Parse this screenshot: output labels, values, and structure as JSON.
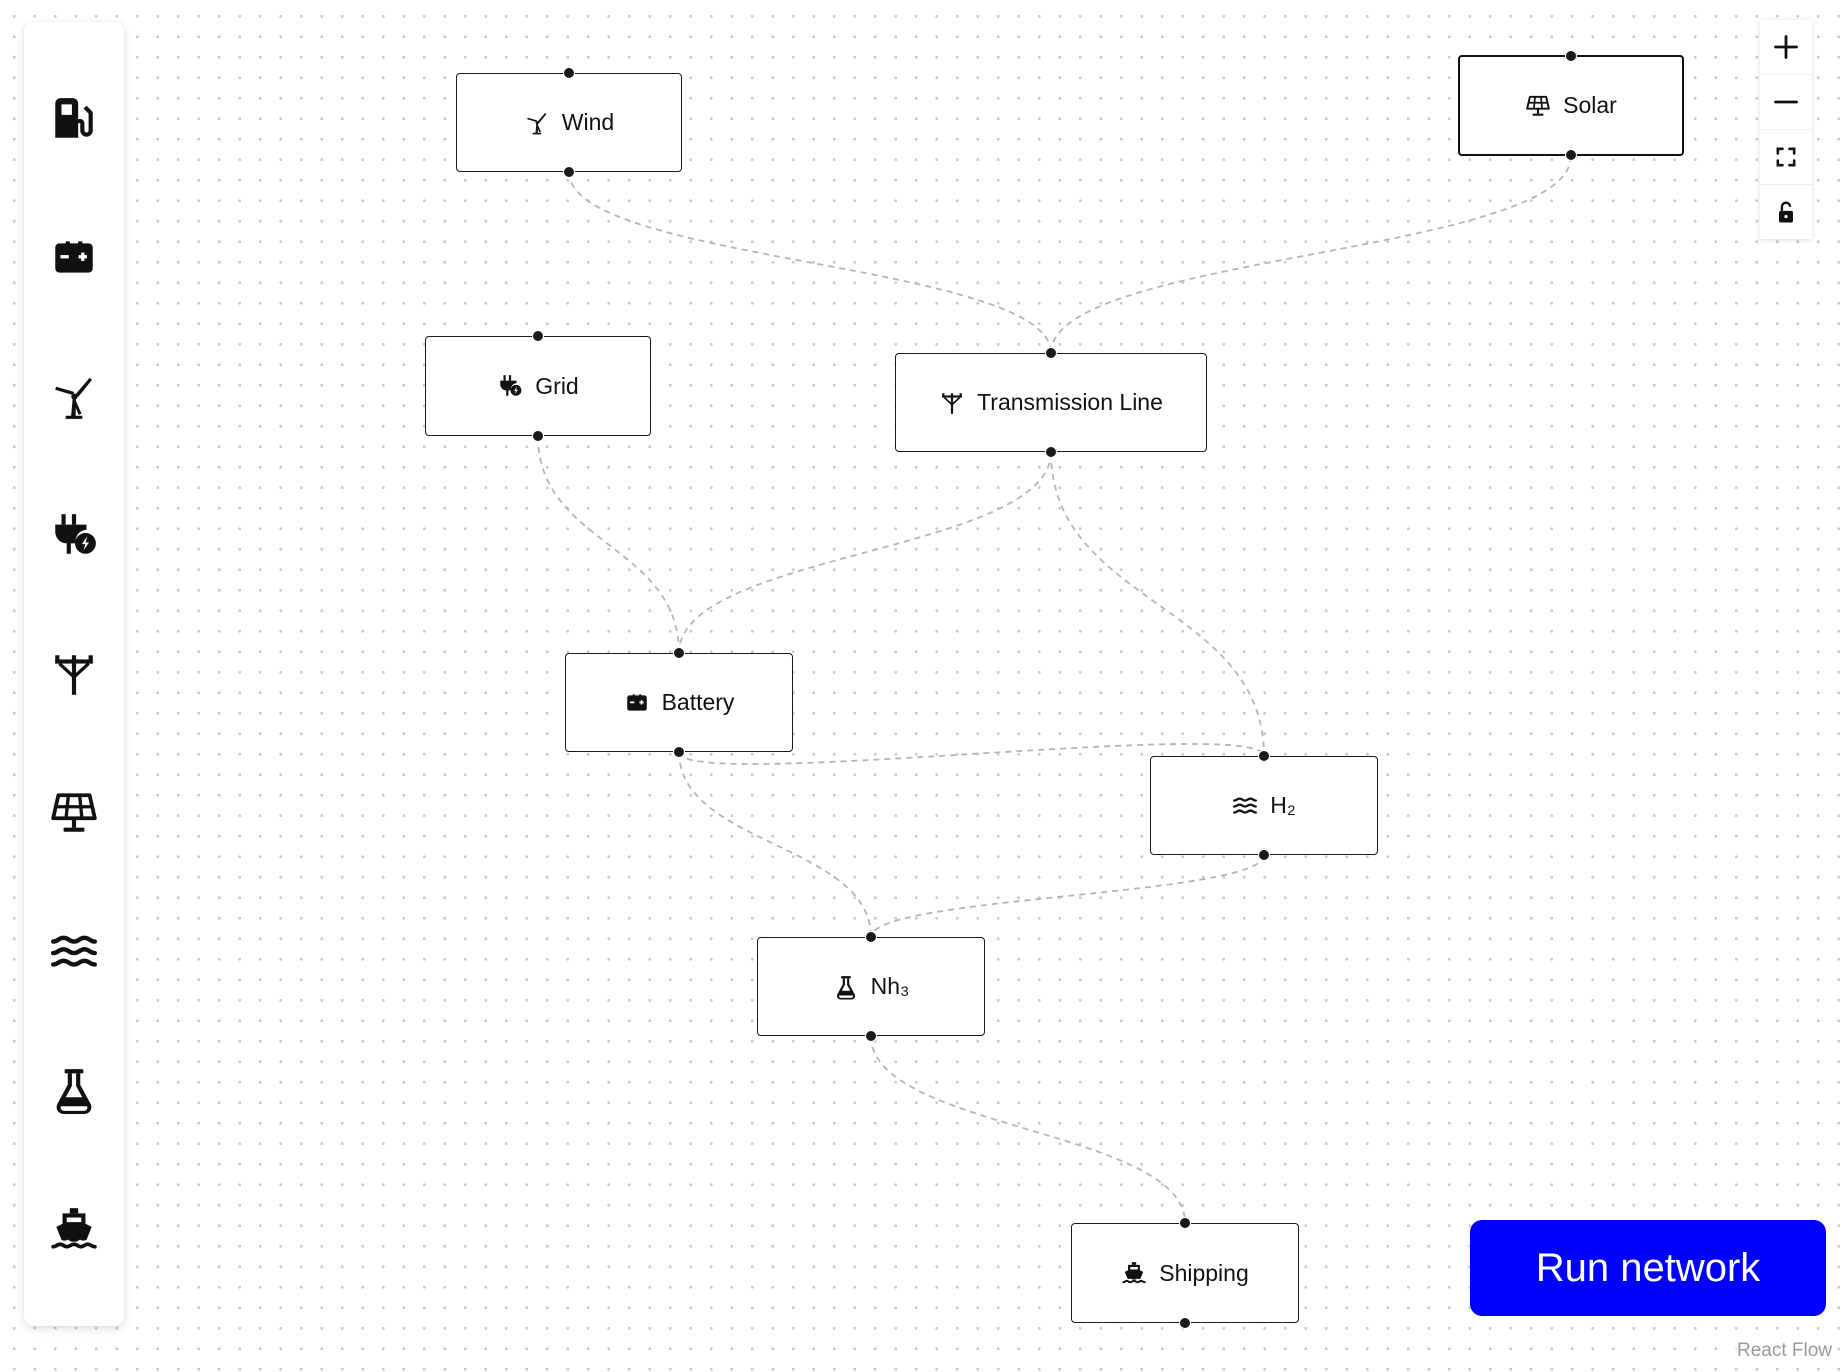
{
  "sidebar": {
    "items": [
      {
        "icon": "fuel-pump-icon"
      },
      {
        "icon": "battery-icon"
      },
      {
        "icon": "wind-turbine-icon"
      },
      {
        "icon": "plug-bolt-icon"
      },
      {
        "icon": "utility-pole-icon"
      },
      {
        "icon": "solar-panel-icon"
      },
      {
        "icon": "water-waves-icon"
      },
      {
        "icon": "flask-icon"
      },
      {
        "icon": "ship-icon"
      }
    ]
  },
  "nodes": {
    "wind": {
      "label": "Wind",
      "icon": "wind-turbine-icon"
    },
    "solar": {
      "label": "Solar",
      "icon": "solar-panel-icon",
      "selected": true
    },
    "grid": {
      "label": "Grid",
      "icon": "plug-bolt-icon"
    },
    "transmission": {
      "label": "Transmission Line",
      "icon": "utility-pole-icon"
    },
    "battery": {
      "label": "Battery",
      "icon": "battery-icon"
    },
    "h2": {
      "label": "H₂",
      "icon": "water-waves-icon"
    },
    "nh3": {
      "label": "Nh₃",
      "icon": "flask-icon"
    },
    "shipping": {
      "label": "Shipping",
      "icon": "ship-icon"
    }
  },
  "edges": [
    {
      "from": "wind",
      "to": "transmission"
    },
    {
      "from": "solar",
      "to": "transmission"
    },
    {
      "from": "grid",
      "to": "battery"
    },
    {
      "from": "transmission",
      "to": "battery"
    },
    {
      "from": "transmission",
      "to": "h2"
    },
    {
      "from": "battery",
      "to": "h2"
    },
    {
      "from": "battery",
      "to": "nh3"
    },
    {
      "from": "h2",
      "to": "nh3"
    },
    {
      "from": "nh3",
      "to": "shipping"
    }
  ],
  "controls": {
    "zoom_in": "plus-icon",
    "zoom_out": "minus-icon",
    "fit_view": "fit-view-icon",
    "lock": "unlock-icon"
  },
  "run_button": {
    "label": "Run network"
  },
  "attribution": {
    "label": "React Flow"
  },
  "colors": {
    "run_button_bg": "#0000ff",
    "edge": "#b5b5b5",
    "handle": "#1a1a1a"
  }
}
